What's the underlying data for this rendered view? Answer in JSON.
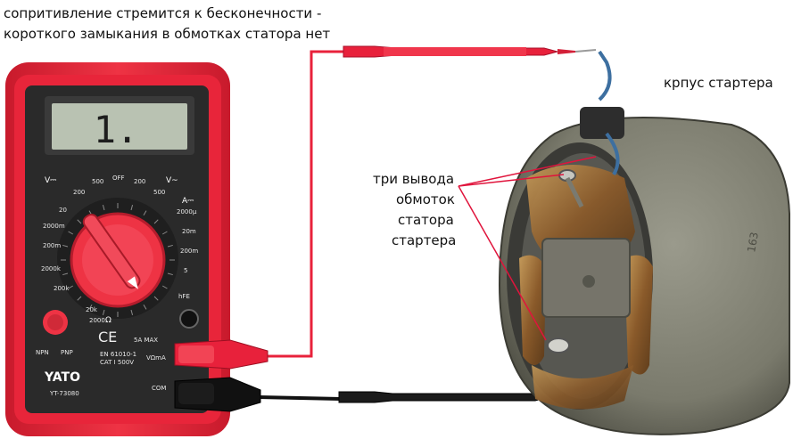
{
  "captions": {
    "line1": "сопритивление стремится к бесконечности -",
    "line2": "короткого замыкания в обмотках статора нет",
    "housing_label": "крпус стартера",
    "winding_leads": [
      "три вывода",
      "обмоток",
      "статора",
      "стартера"
    ]
  },
  "multimeter": {
    "display_reading": "1.",
    "brand": "YATO",
    "model": "YT-73080",
    "dial_labels": {
      "dcv": "V⎓",
      "acv": "V~",
      "off": "OFF",
      "amps": "A⎓",
      "ohm": "Ω",
      "hfe": "hFE",
      "npn": "NPN",
      "pnp": "PNP"
    },
    "ranges_left": [
      "500",
      "200",
      "20",
      "2000m",
      "200m",
      "2000k",
      "200k",
      "20k",
      "2000"
    ],
    "ranges_right": [
      "200",
      "500",
      "2000μ",
      "20m",
      "200m",
      "5"
    ],
    "jack_labels": [
      "5A MAX",
      "VΩmA",
      "COM"
    ],
    "standard_text": [
      "EN 61010-1",
      "CAT I 500V"
    ]
  },
  "colors": {
    "body_red": "#e8253a",
    "face_dark": "#2a2a2a",
    "lcd": "#b9c2b2",
    "dial_red": "#ee3344",
    "lead_red": "#e8213b",
    "lead_black": "#121212",
    "stator_grey": "#7b7b6f",
    "annotation_red": "#e0143c"
  }
}
